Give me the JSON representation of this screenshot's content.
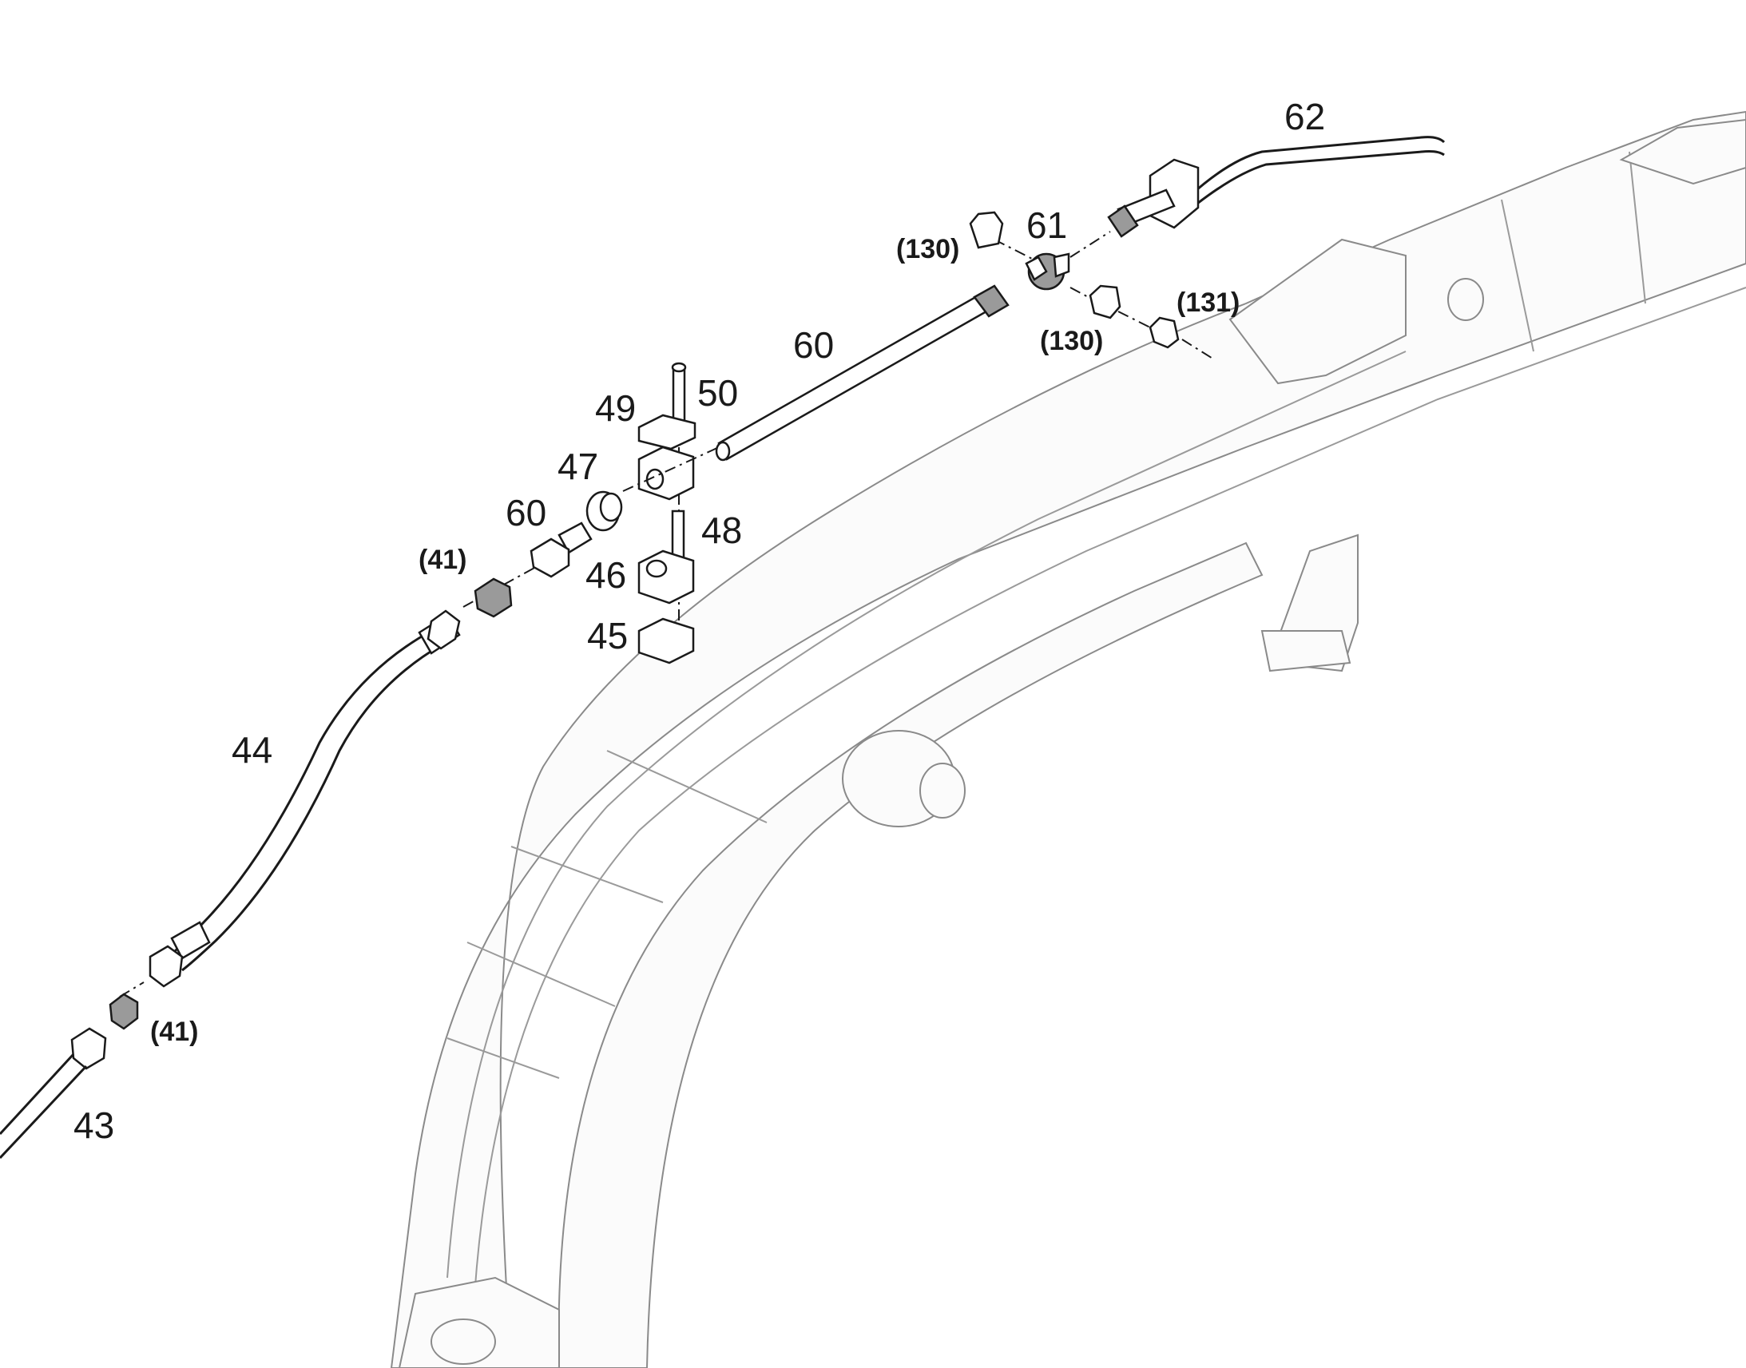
{
  "diagram": {
    "callouts": [
      {
        "id": "c62",
        "text": "62"
      },
      {
        "id": "c61",
        "text": "61"
      },
      {
        "id": "c130a",
        "text": "(130)"
      },
      {
        "id": "c130b",
        "text": "(130)"
      },
      {
        "id": "c131",
        "text": "(131)"
      },
      {
        "id": "c60a",
        "text": "60"
      },
      {
        "id": "c50",
        "text": "50"
      },
      {
        "id": "c49",
        "text": "49"
      },
      {
        "id": "c47",
        "text": "47"
      },
      {
        "id": "c48",
        "text": "48"
      },
      {
        "id": "c60b",
        "text": "60"
      },
      {
        "id": "c41a",
        "text": "(41)"
      },
      {
        "id": "c46",
        "text": "46"
      },
      {
        "id": "c45",
        "text": "45"
      },
      {
        "id": "c44",
        "text": "44"
      },
      {
        "id": "c41b",
        "text": "(41)"
      },
      {
        "id": "c43",
        "text": "43"
      }
    ]
  }
}
